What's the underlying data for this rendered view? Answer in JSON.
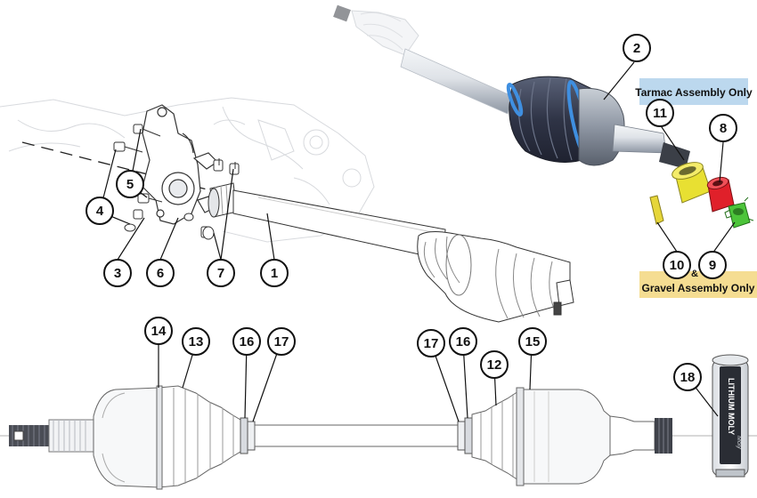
{
  "legend": {
    "tarmac": "Tarmac Assembly Only",
    "gravel": "Gravel Assembly Only",
    "amp": "&",
    "tarmac_color": "#bcd8ee",
    "gravel_color": "#f5dd92"
  },
  "tube_label": {
    "line1": "LITHIUM MOLY",
    "line2": "Moly"
  },
  "callouts": [
    "1",
    "2",
    "3",
    "4",
    "5",
    "6",
    "7",
    "8",
    "9",
    "10",
    "11",
    "12",
    "13",
    "14",
    "15",
    "16",
    "17",
    "17",
    "16",
    "18"
  ],
  "colors": {
    "spacer_yellow": "#e8e032",
    "spacer_red": "#e0202a",
    "nut_green": "#4cc43a",
    "shim_yellow": "#e6d63a",
    "cv_blue": "#3f8fe0",
    "boot_dark": "#2f3446"
  }
}
